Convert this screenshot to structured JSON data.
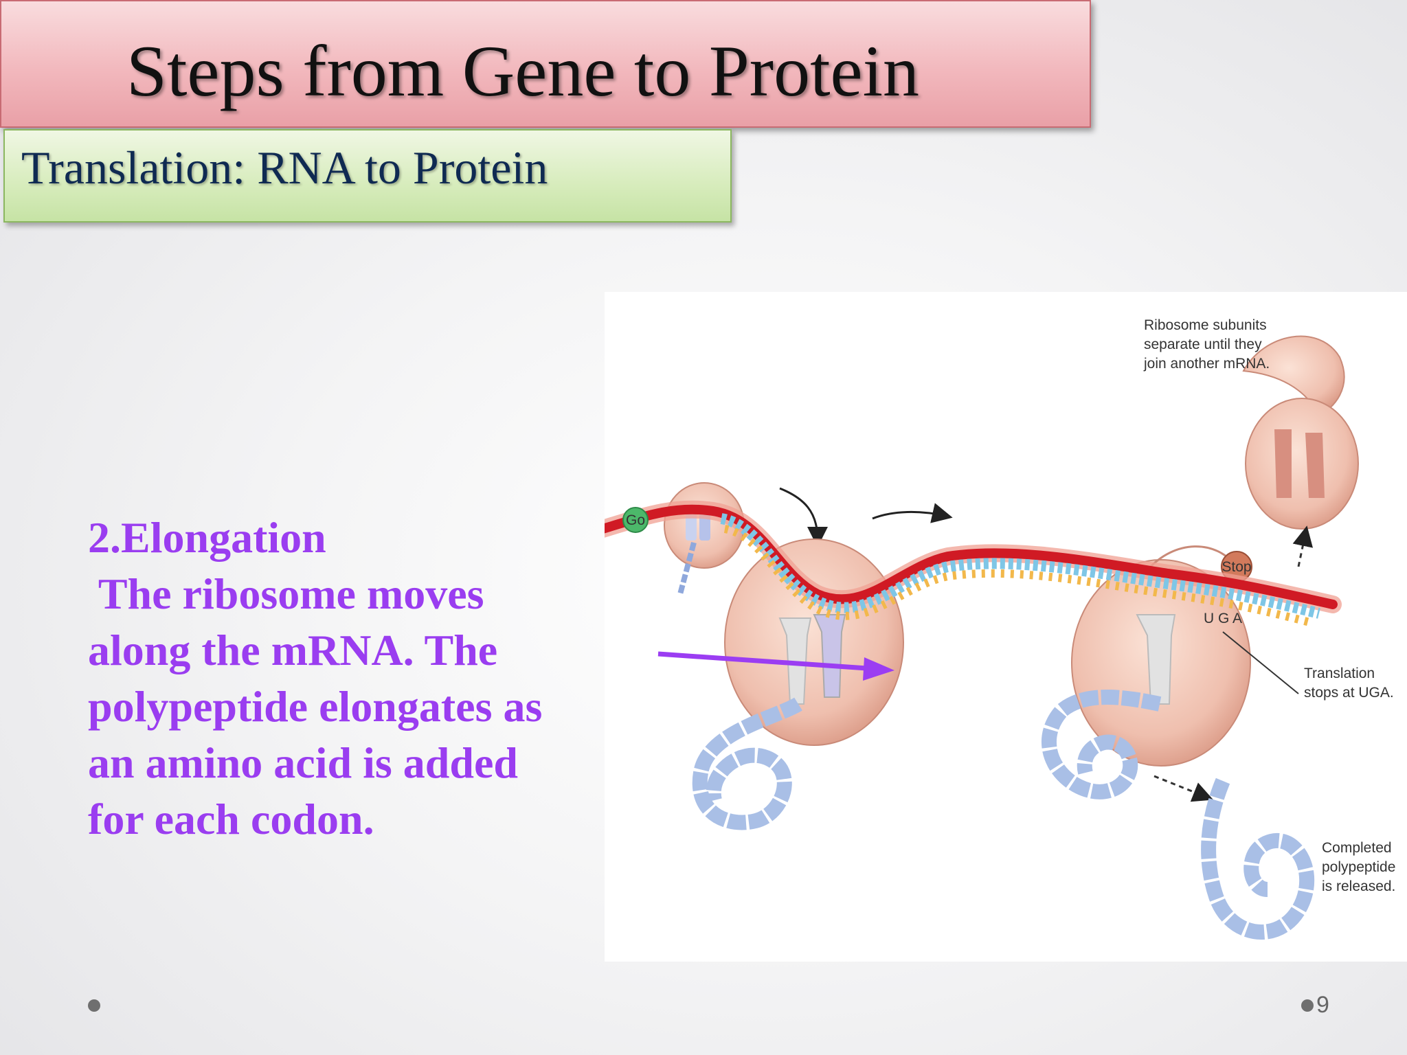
{
  "slide": {
    "title": "Steps from Gene to Protein",
    "subtitle": "Translation: RNA to Protein",
    "body_lines": [
      "2.Elongation",
      " The ribosome moves",
      "along the mRNA. The",
      "polypeptide elongates as",
      "an amino acid is added",
      "for each codon."
    ],
    "page_number": "9"
  },
  "figure": {
    "go_label": "Go",
    "stop_label": "Stop",
    "codon_label": "U G A",
    "label_subunits": [
      "Ribosome subunits",
      "separate until they",
      "join another mRNA."
    ],
    "label_translation": [
      "Translation",
      "stops at UGA."
    ],
    "label_completed": [
      "Completed",
      "polypeptide",
      "is released."
    ]
  },
  "colors": {
    "title_fill": "#f2b8bd",
    "subtitle_fill": "#d7ecbc",
    "body_text": "#9a3df0",
    "arrow": "#9b3df2",
    "mrna": "#d01a24",
    "ribosome": "#f1c3b1",
    "polypeptide": "#a9bfe6"
  }
}
